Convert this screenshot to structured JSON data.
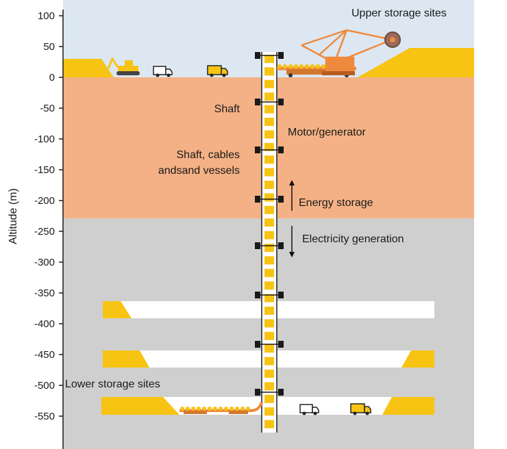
{
  "axis": {
    "ylabel": "Altitude (m)",
    "ticks": [
      100,
      50,
      0,
      -50,
      -100,
      -150,
      -200,
      -250,
      -300,
      -350,
      -400,
      -450,
      -500,
      -550
    ]
  },
  "labels": {
    "upper_sites": "Upper storage sites",
    "shaft": "Shaft",
    "motor_generator": "Motor/generator",
    "shaft_cables_line1": "Shaft, cables",
    "shaft_cables_line2": "andsand vessels",
    "energy_storage": "Energy storage",
    "electricity_generation": "Electricity generation",
    "lower_sites": "Lower storage sites"
  },
  "layers": {
    "sky_color": "#dce7f2",
    "upper_rock_color": "#f3b185",
    "lower_rock_color": "#cfcfcf",
    "sand_color": "#f7c414",
    "tunnel_color": "#ffffff",
    "machine_color": "#ef8a3d",
    "upper_rock_bottom_m": -228,
    "tunnel_levels_m": [
      -375,
      -455,
      -530
    ]
  }
}
